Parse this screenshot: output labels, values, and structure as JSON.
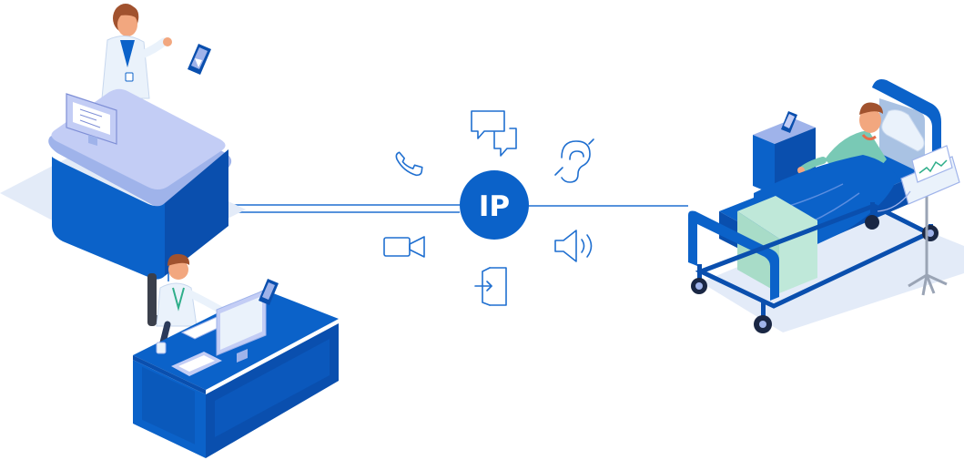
{
  "hub": {
    "label": "IP"
  },
  "colors": {
    "primary": "#0b62c9",
    "dark_blue": "#0a4fae",
    "light_blue": "#9fb3ea",
    "lavender": "#c3cdf5",
    "floor_shadow": "#e3ebf8",
    "line": "#1f6fd0",
    "mint": "#bfe8d9",
    "skin": "#f2a77f",
    "hair": "#a1522e"
  },
  "icons": [
    "phone-icon",
    "chat-icon",
    "hearing-assist-icon",
    "video-camera-icon",
    "speaker-icon",
    "door-entry-icon"
  ],
  "stations": [
    "reception-desk",
    "doctor-desk",
    "patient-bed"
  ]
}
